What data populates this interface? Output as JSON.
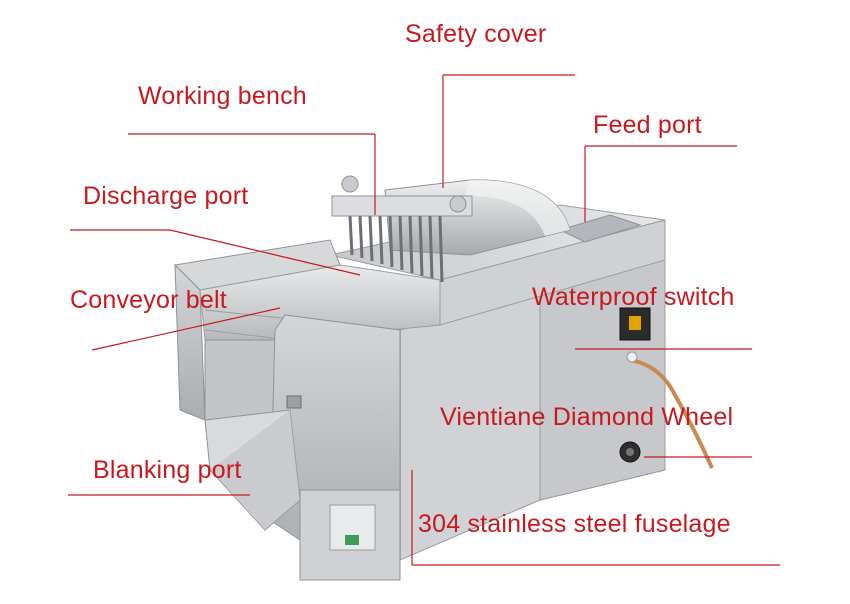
{
  "labels": {
    "safety_cover": "Safety cover",
    "working_bench": "Working bench",
    "feed_port": "Feed port",
    "discharge_port": "Discharge port",
    "conveyor_belt": "Conveyor belt",
    "waterproof_switch": "Waterproof switch",
    "diamond_wheel": "Vientiane Diamond Wheel",
    "blanking_port": "Blanking port",
    "fuselage": "304 stainless steel fuselage"
  },
  "colors": {
    "label_text": "#c8191f",
    "leader_line": "#c8191f",
    "steel_light": "#d9dadc",
    "steel_mid": "#b9bbbe",
    "steel_dark": "#8f9296"
  }
}
